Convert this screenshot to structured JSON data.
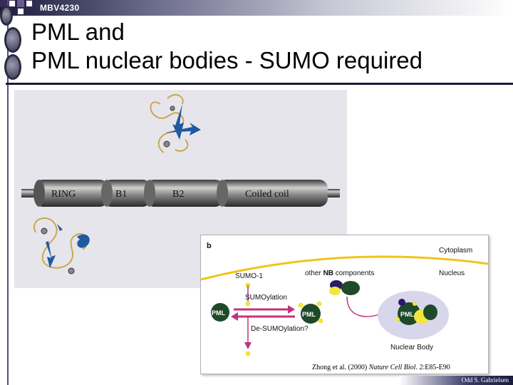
{
  "slide": {
    "course_code": "MBV4230",
    "title_line1": "PML and",
    "title_line2": "PML nuclear bodies - SUMO required",
    "author": "Odd S. Gabrielsen"
  },
  "panel_a": {
    "domains": [
      "RING",
      "B1",
      "B2",
      "Coiled coil"
    ]
  },
  "panel_b": {
    "label": "b",
    "cytoplasm": "Cytoplasm",
    "nucleus": "Nucleus",
    "sumo": "SUMO-1",
    "nb_components_prefix": "other ",
    "nb_components_bold": "NB",
    "nb_components_suffix": " components",
    "sumoylation": "SUMOylation",
    "desumoylation": "De-SUMOylation?",
    "pml": "PML",
    "nuclear_body": "Nuclear Body"
  },
  "citation": {
    "prefix": "Zhong et al. (2000) ",
    "journal": "Nature Cell Biol",
    "suffix": ". 2:E85-E90"
  },
  "colors": {
    "header_dark": "#1a1a3a",
    "pml_green": "#1f4a2a",
    "sumo_yellow": "#f2e63a",
    "nb_purple": "#2a1a6a",
    "arrow_magenta": "#c0357a",
    "membrane_yellow": "#f0c419",
    "nucleus_lavender": "#d8d6ea"
  }
}
